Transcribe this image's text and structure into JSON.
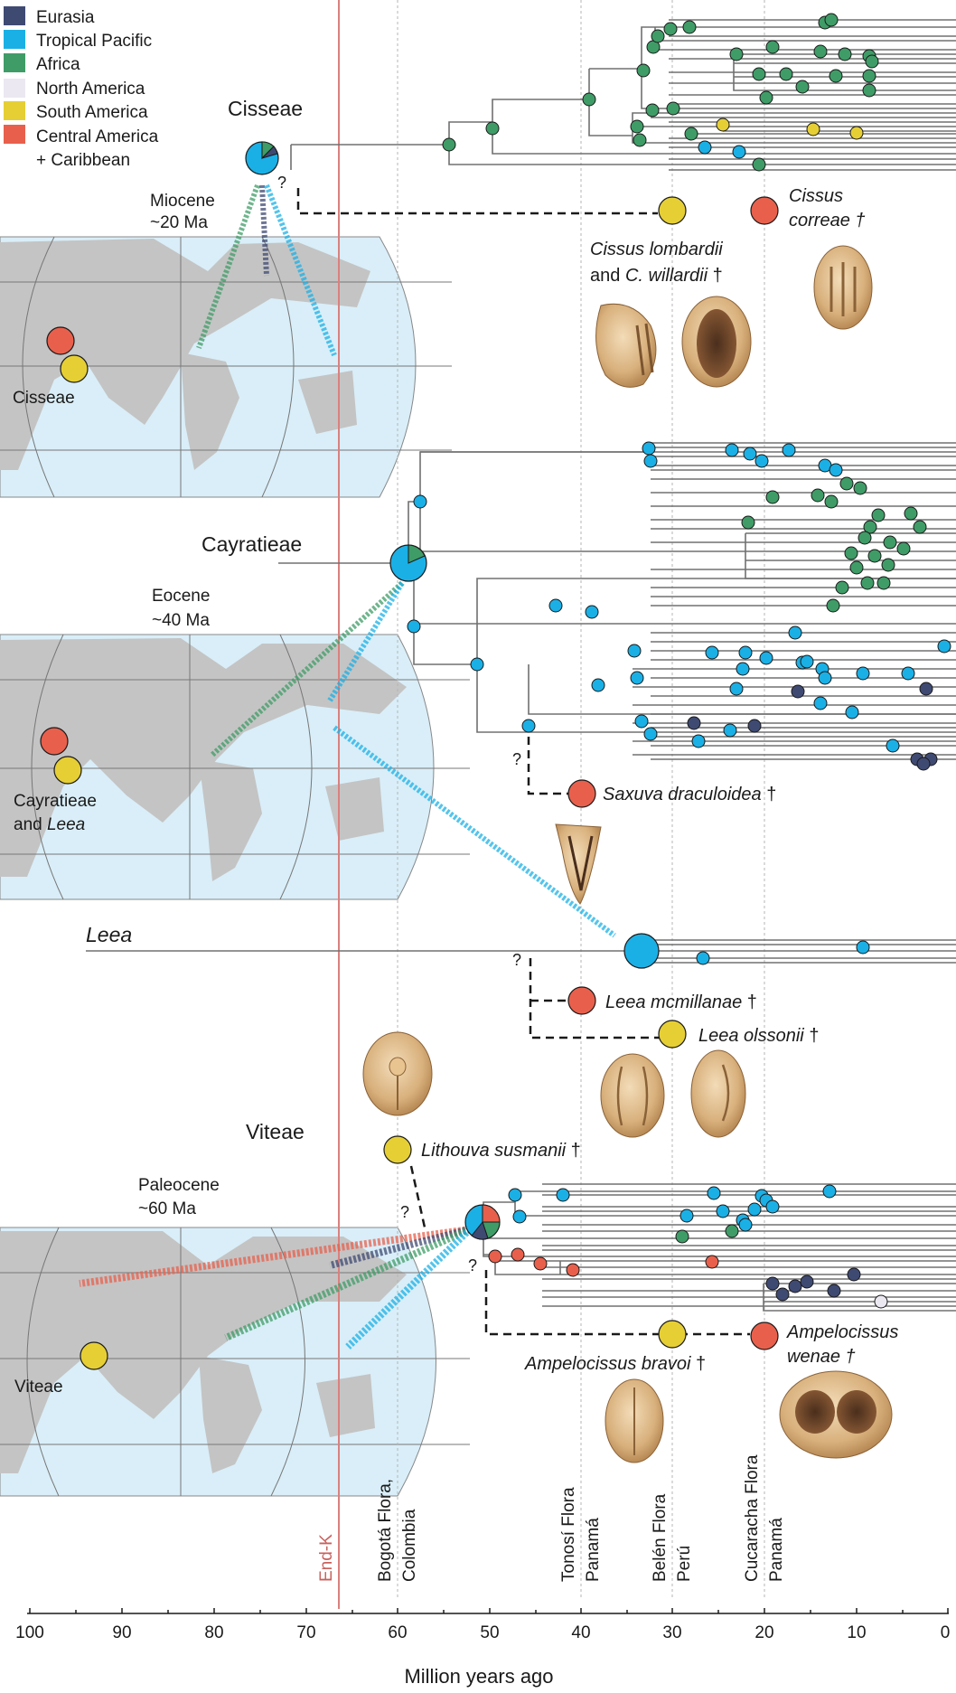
{
  "legend": [
    {
      "label": "Eurasia",
      "color": "#3f4a73"
    },
    {
      "label": "Tropical Pacific",
      "color": "#1ab0e6"
    },
    {
      "label": "Africa",
      "color": "#3f9c67"
    },
    {
      "label": "North America",
      "color": "#ebe8f2"
    },
    {
      "label": "South America",
      "color": "#e6cf35"
    },
    {
      "label": "Central America",
      "color": "#e8604c"
    },
    {
      "label": "+ Caribbean",
      "color": ""
    }
  ],
  "axis": {
    "label": "Million years ago",
    "ticks": [
      "100",
      "90",
      "80",
      "70",
      "60",
      "50",
      "40",
      "30",
      "20",
      "10",
      "0"
    ],
    "endk": "End-K"
  },
  "floras": [
    {
      "line1": "Bogotá Flora,",
      "line2": "Colombia"
    },
    {
      "line1": "Tonosí Flora",
      "line2": "Panamá"
    },
    {
      "line1": "Belén Flora",
      "line2": "Perú"
    },
    {
      "line1": "Cucaracha Flora",
      "line2": "Panamá"
    }
  ],
  "clades": {
    "cisseae": "Cisseae",
    "cayratieae": "Cayratieae",
    "leea": "Leea",
    "viteae": "Viteae"
  },
  "epochs": {
    "miocene": "Miocene",
    "miocene_age": "~20 Ma",
    "eocene": "Eocene",
    "eocene_age": "~40 Ma",
    "paleocene": "Paleocene",
    "paleocene_age": "~60 Ma"
  },
  "maps": {
    "cisseae": "Cisseae",
    "cayratieae_1": "Cayratieae",
    "cayratieae_2": "and ",
    "cayratieae_3": "Leea",
    "viteae": "Viteae"
  },
  "fossils": {
    "cissus_correae_1": "Cissus",
    "cissus_correae_2": "correae †",
    "cissus_lombardii_1": "Cissus lombardii",
    "cissus_lombardii_2a": "and ",
    "cissus_lombardii_2b": "C. willardii",
    "cissus_lombardii_2c": " †",
    "saxuva": "Saxuva draculoidea",
    "dagger": "†",
    "leea_mcmillanae": "Leea mcmillanae",
    "leea_olssonii": "Leea olssonii",
    "lithouva": "Lithouva susmanii",
    "ampelocissus_bravoi": "Ampelocissus bravoi",
    "ampelocissus_wenae_1": "Ampelocissus",
    "ampelocissus_wenae_2": "wenae †"
  },
  "question_mark": "?"
}
